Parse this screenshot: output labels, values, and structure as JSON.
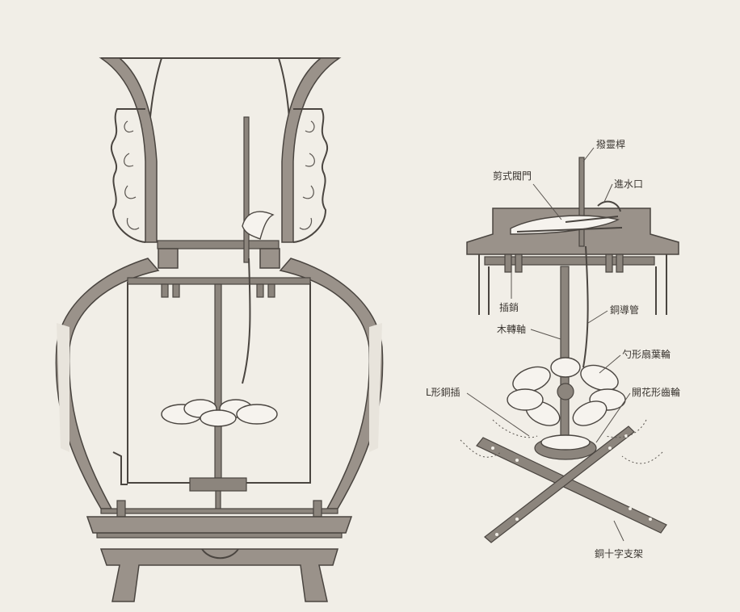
{
  "labels": {
    "control_rod": "撥靈桿",
    "cut_valve": "剪式閥門",
    "water_outlet": "進水口",
    "pin": "插銷",
    "copper_pipe": "銅導管",
    "wood_shaft": "木轉軸",
    "ladle_blade_wheel": "勺形扇葉輪",
    "l_copper_hook": "L形銅插",
    "flower_gear": "開花形齒輪",
    "copper_cross_frame": "銅十字支架"
  }
}
